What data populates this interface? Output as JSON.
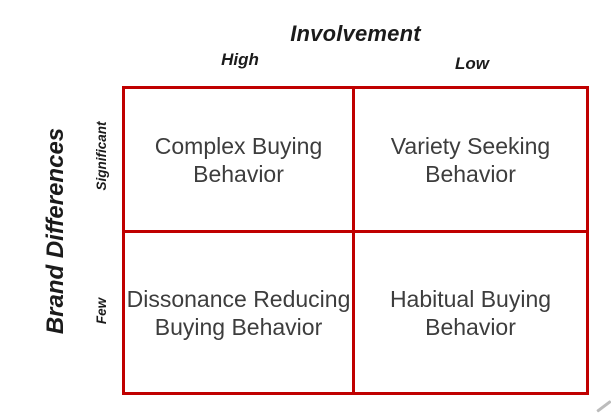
{
  "matrix": {
    "title": "Involvement",
    "x_axis": {
      "high_label": "High",
      "low_label": "Low"
    },
    "y_axis": {
      "title": "Brand Differences",
      "significant_label": "Significant",
      "few_label": "Few"
    },
    "cells": [
      {
        "row": "Significant",
        "column": "High",
        "lines": [
          "Complex Buying",
          "Behavior"
        ]
      },
      {
        "row": "Significant",
        "column": "Low",
        "lines": [
          "Variety Seeking",
          "Behavior"
        ]
      },
      {
        "row": "Few",
        "column": "High",
        "lines": [
          "Dissonance Reducing",
          "Buying Behavior"
        ]
      },
      {
        "row": "Few",
        "column": "Low",
        "lines": [
          "Habitual Buying",
          "Behavior"
        ]
      }
    ]
  },
  "colors": {
    "grid_border": "#c00000",
    "cell_text": "#3d3d3d",
    "label_text": "#1b1b1b",
    "corner_artifact": "#ababab",
    "background": "#ffffff"
  }
}
